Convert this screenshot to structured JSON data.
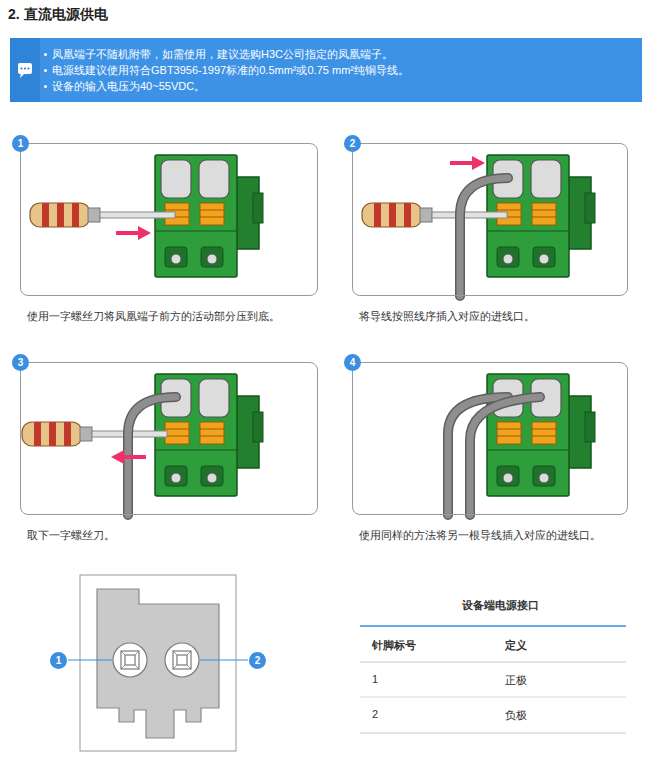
{
  "diagram": {
    "title": "2. 直流电源供电",
    "nodes": [
      {
        "text": [
          "凤凰端子不随机附带，如需使用，建议选购H3C公司指定的凤凰端子。",
          "电源线建议使用符合GBT3956-1997标准的0.5mm²或0.75 mm²纯铜导线。",
          "设备的输入电压为40~55VDC。"
        ]
      },
      {
        "text": [
          "使用一字螺丝刀将凤凰端子前方的活动部分压到底。"
        ]
      },
      {
        "text": [
          "1"
        ],
        "in": 1
      },
      {
        "text": [
          "将导线按照线序插入对应的进线口。"
        ]
      },
      {
        "text": [
          "2"
        ],
        "in": 3
      },
      {
        "text": [
          "取下一字螺丝刀。"
        ]
      },
      {
        "text": [
          "3"
        ],
        "in": 5
      },
      {
        "text": [
          "使用同样的方法将另一根导线插入对应的进线口。"
        ]
      },
      {
        "text": [
          "4"
        ],
        "in": 7
      },
      {
        "text": [
          "1"
        ]
      },
      {
        "text": [
          "2"
        ]
      }
    ],
    "labels": [
      "设备端电源接口",
      "针脚标号",
      "定义",
      "1",
      "正极",
      "2",
      "负极"
    ]
  }
}
